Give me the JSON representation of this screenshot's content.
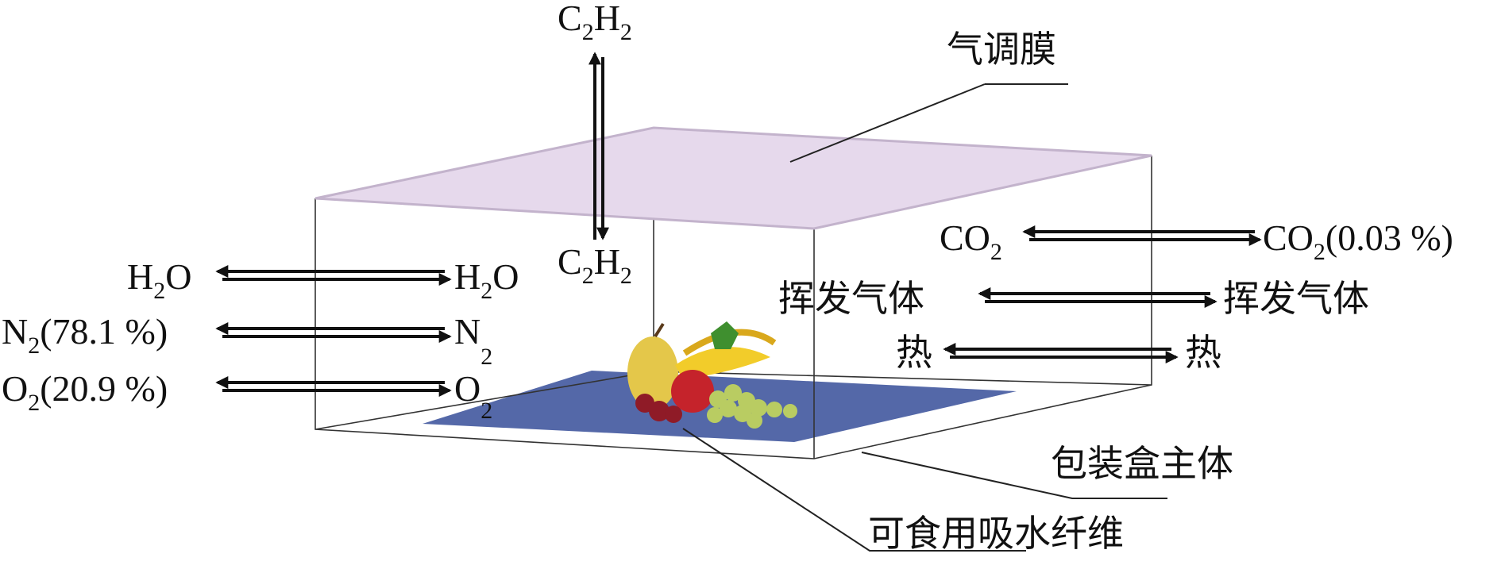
{
  "labels": {
    "membrane": "气调膜",
    "box_body": "包装盒主体",
    "fiber": "可食用吸水纤维",
    "volatile": "挥发气体",
    "heat": "热"
  },
  "species": {
    "c2h2": {
      "c": "C",
      "s1": "2",
      "h": "H",
      "s2": "2"
    },
    "h2o": {
      "h": "H",
      "s": "2",
      "o": "O"
    },
    "n2": {
      "n": "N",
      "s": "2",
      "pct": "(78.1 %)"
    },
    "o2": {
      "o": "O",
      "s": "2",
      "pct": "(20.9 %)"
    },
    "co2": {
      "co": "CO",
      "s": "2",
      "pct": "(0.03 %)"
    }
  },
  "colors": {
    "membrane_fill": "#e6d9ec",
    "membrane_edge": "#c3b3cc",
    "fiber_fill": "#5468a8",
    "fruit_pear": "#e4c74a",
    "fruit_apple": "#c5232b",
    "fruit_banana": "#f2cc2a",
    "fruit_grape": "#b9cc62",
    "fruit_cherry": "#8f1b27"
  },
  "icons": {
    "arrow": "double-arrow-icon",
    "fruit": "fruit-basket-icon"
  }
}
